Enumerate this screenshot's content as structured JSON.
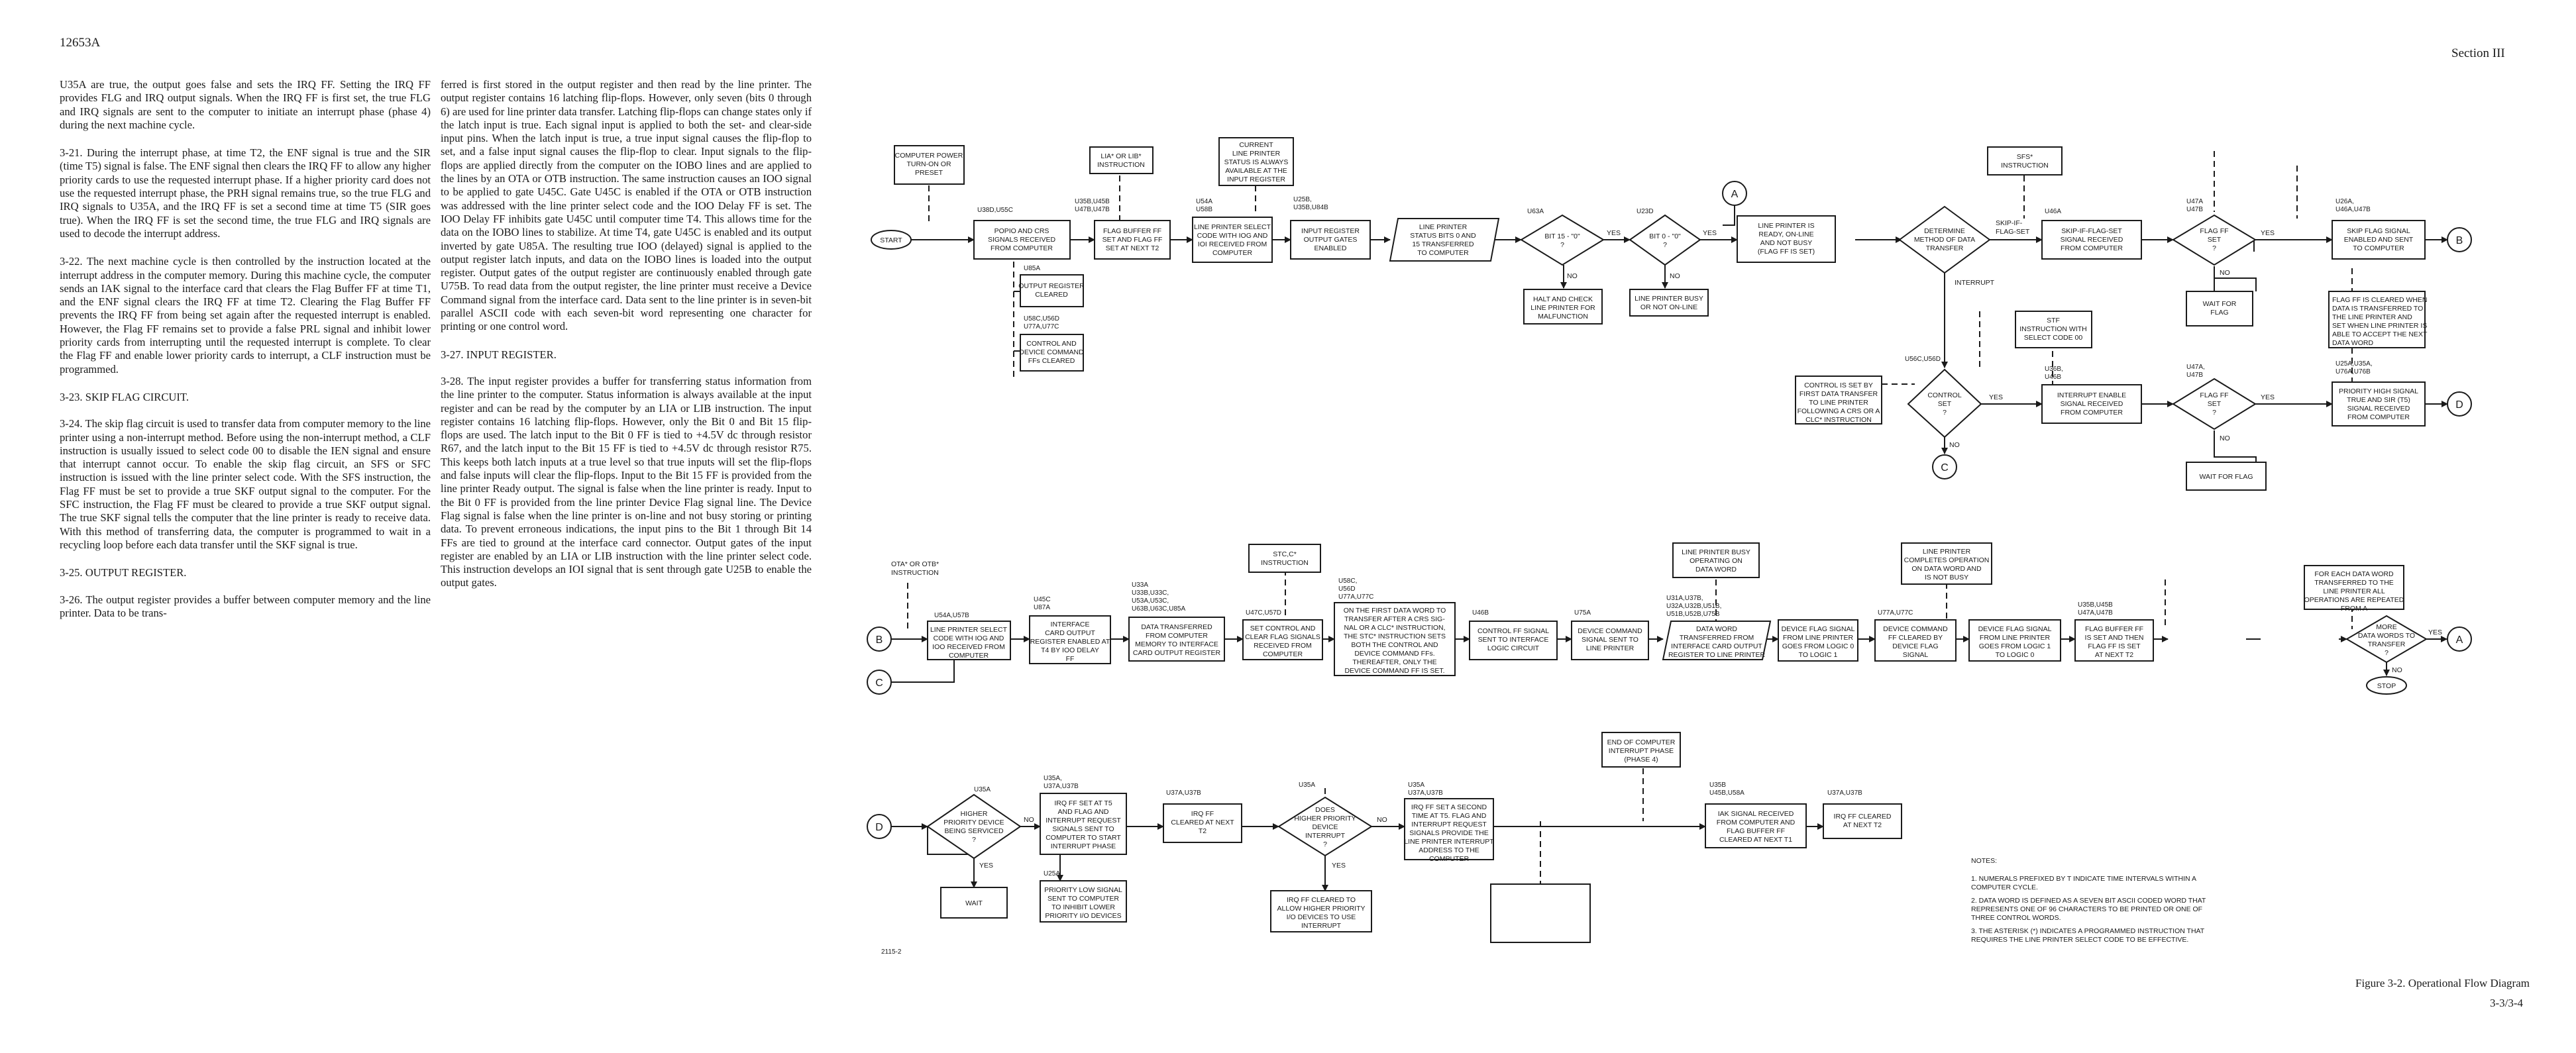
{
  "page": {
    "doc_number": "12653A",
    "section": "Section III",
    "page_number": "3-3/3-4",
    "figure_caption": "Figure 3-2.  Operational Flow Diagram",
    "drawing_number": "2115-2"
  },
  "text_col1": [
    "U35A are true, the output goes false and sets the IRQ FF. Setting the IRQ FF provides FLG and IRQ output signals. When the IRQ FF is first set, the true FLG and IRQ signals are sent to the computer to initiate an interrupt phase (phase 4) during the next machine cycle.",
    "3-21.   During the interrupt phase, at time T2, the ENF signal is true and the SIR (time T5) signal is false. The ENF signal then clears the IRQ FF to allow any higher priority cards to use the requested interrupt phase. If a higher priority card does not use the requested interrupt phase, the PRH signal remains true, so the true FLG and IRQ signals to U35A, and the IRQ FF is set a second time at time T5 (SIR goes true). When the IRQ FF is set the second time, the true FLG and IRQ signals are used to decode the interrupt address.",
    "3-22.   The next machine cycle is then controlled by the instruction located at the interrupt address in the computer memory. During this machine cycle, the computer sends an IAK signal to the interface card that clears the Flag Buffer FF at time T1, and the ENF signal clears the IRQ FF at time T2. Clearing the Flag Buffer FF prevents the IRQ FF from being set again after the requested interrupt is enabled. However, the Flag FF remains set to provide a false PRL signal and inhibit lower priority cards from interrupting until the requested interrupt is complete. To clear the Flag FF and enable lower priority cards to interrupt, a CLF instruction must be programmed."
  ],
  "heading_323": "3-23.   SKIP FLAG CIRCUIT.",
  "text_324": "3-24.   The skip flag circuit is used to transfer data from computer memory to the line printer using a non-interrupt method. Before using the non-interrupt method, a CLF instruction is usually issued to select code 00 to disable the IEN signal and ensure that interrupt cannot occur. To enable the skip flag circuit, an SFS or SFC instruction is issued with the line printer select code. With the SFS instruction, the Flag FF must be set to provide a true SKF output signal to the computer. For the SFC instruction, the Flag FF must be cleared to provide a true SKF output signal. The true SKF signal tells the computer that the line printer is ready to receive data. With this method of transferring data, the computer is programmed to wait in a recycling loop before each data transfer until the SKF signal is true.",
  "heading_325": "3-25.   OUTPUT REGISTER.",
  "text_326": "3-26.   The output register provides a buffer between computer memory and the line printer. Data to be trans-",
  "text_col2": "ferred is first stored in the output register and then read by the line printer. The output register contains 16 latching flip-flops. However, only seven (bits 0 through 6) are used for line printer data transfer. Latching flip-flops can change states only if the latch input is true. Each signal input is applied to both the set- and clear-side input pins. When the latch input is true, a true input signal causes the flip-flop to set, and a false input signal causes the flip-flop to clear. Input signals to the flip-flops are applied directly from the computer on the IOBO lines and are applied to the lines by an OTA or OTB instruction. The same instruction causes an IOO signal to be applied to gate U45C. Gate U45C is enabled if the OTA or OTB instruction was addressed with the line printer select code and the IOO Delay FF is set. The IOO Delay FF inhibits gate U45C until computer time T4. This allows time for the data on the IOBO lines to stabilize. At time T4, gate U45C is enabled and its output inverted by gate U85A. The resulting true IOO (delayed) signal is applied to the output register latch inputs, and data on the IOBO lines is loaded into the output register. Output gates of the output register are continuously enabled through gate U75B. To read data from the output register, the line printer must receive a Device Command signal from the interface card. Data sent to the line printer is in seven-bit parallel ASCII code with each seven-bit word representing one character for printing or one control word.",
  "heading_327": "3-27.   INPUT REGISTER.",
  "text_328": "3-28.   The input register provides a buffer for transferring status information from the line printer to the computer. Status information is always available at the input register and can be read by the computer by an LIA or LIB instruction. The input register contains 16 latching flip-flops. However, only the Bit 0 and Bit 15 flip-flops are used. The latch input to the Bit 0 FF is tied to +4.5V dc through resistor R67, and the latch input to the Bit 15 FF is tied to +4.5V dc through resistor R75. This keeps both latch inputs at a true level so that true inputs will set the flip-flops and false inputs will clear the flip-flops. Input to the Bit 15 FF is provided from the line printer Ready output. The signal is false when the line printer is ready. Input to the Bit 0 FF is provided from the line printer Device Flag signal line. The Device Flag signal is false when the line printer is on-line and not busy storing or printing data. To prevent erroneous indications, the input pins to the Bit 1 through Bit 14 FFs are tied to ground at the interface card connector. Output gates of the input register are enabled by an LIA or LIB instruction with the line printer select code. This instruction develops an IOI signal that is sent through gate U25B to enable the output gates.",
  "flow": {
    "r1": {
      "start": "START",
      "power_on": [
        "COMPUTER POWER",
        "TURN-ON OR",
        "PRESET"
      ],
      "popio_ref": "U38D,U55C",
      "popio": [
        "POPIO AND CRS",
        "SIGNALS RECEIVED",
        "FROM COMPUTER"
      ],
      "flagbuf_ref": [
        "U35B,U45B",
        "U47B,U47B"
      ],
      "flagbuf": [
        "FLAG BUFFER FF",
        "SET AND FLAG FF",
        "SET AT NEXT T2"
      ],
      "outreg_ref": "U85A",
      "outreg": [
        "OUTPUT REGISTER",
        "CLEARED"
      ],
      "ctrl_ref": [
        "U58C,U56D",
        "U77A,U77C"
      ],
      "ctrl": [
        "CONTROL AND",
        "DEVICE COMMAND",
        "FFs CLEARED"
      ],
      "lia": [
        "LIA* OR LIB*",
        "INSTRUCTION"
      ],
      "sel_ref": [
        "U54A",
        "U58B"
      ],
      "sel": [
        "LINE PRINTER SELECT",
        "CODE WITH IOG AND",
        "IOI RECEIVED FROM",
        "COMPUTER"
      ],
      "current": [
        "CURRENT",
        "LINE PRINTER",
        "STATUS IS ALWAYS",
        "AVAILABLE AT THE",
        "INPUT REGISTER"
      ],
      "inreg_ref": [
        "U25B,",
        "U35B,U84B"
      ],
      "inreg": [
        "INPUT REGISTER",
        "OUTPUT GATES",
        "ENABLED"
      ],
      "status": [
        "LINE PRINTER",
        "STATUS BITS 0 AND",
        "15 TRANSFERRED",
        "TO COMPUTER"
      ],
      "bit15_ref": "U63A",
      "bit15": [
        "BIT 15 - \"0\"",
        "?"
      ],
      "halt": [
        "HALT AND CHECK",
        "LINE PRINTER FOR",
        "MALFUNCTION"
      ],
      "bit0_ref": "U23D",
      "bit0": [
        "BIT 0 - \"0\"",
        "?"
      ],
      "busy": [
        "LINE PRINTER BUSY",
        "OR NOT ON-LINE"
      ],
      "ready": [
        "LINE PRINTER IS",
        "READY, ON-LINE",
        "AND NOT BUSY",
        "(FLAG FF IS SET)"
      ],
      "method": [
        "DETERMINE",
        "METHOD OF DATA",
        "TRANSFER"
      ],
      "skipif": [
        "SKIP-IF-",
        "FLAG-SET"
      ],
      "interrupt": "INTERRUPT",
      "sfs": [
        "SFS*",
        "INSTRUCTION"
      ],
      "skipset_ref": "U46A",
      "skipset": [
        "SKIP-IF-FLAG-SET",
        "SIGNAL RECEIVED",
        "FROM COMPUTER"
      ],
      "flagset_ref": [
        "U47A",
        "U47B"
      ],
      "flagset": [
        "FLAG FF",
        "SET",
        "?"
      ],
      "wait": [
        "WAIT FOR",
        "FLAG"
      ],
      "skipsent_ref": [
        "U26A,",
        "U46A,U47B"
      ],
      "skipsent": [
        "SKIP FLAG SIGNAL",
        "ENABLED AND SENT",
        "TO COMPUTER"
      ],
      "flagnote": [
        "FLAG FF IS CLEARED WHEN",
        "DATA IS TRANSFERRED TO",
        "THE LINE PRINTER AND",
        "SET WHEN LINE PRINTER IS",
        "ABLE TO ACCEPT THE NEXT",
        "DATA WORD"
      ],
      "stf": [
        "STF",
        "INSTRUCTION WITH",
        "SELECT CODE 00"
      ],
      "ctrlset_ref": "U56C,U56D",
      "ctrlset": [
        "CONTROL",
        "SET",
        "?"
      ],
      "ctrlnote": [
        "CONTROL IS SET BY",
        "FIRST DATA TRANSFER",
        "TO LINE PRINTER",
        "FOLLOWING A CRS OR A",
        "CLC* INSTRUCTION"
      ],
      "intena_ref": [
        "U36B,",
        "U46B"
      ],
      "intena": [
        "INTERRUPT ENABLE",
        "SIGNAL RECEIVED",
        "FROM COMPUTER"
      ],
      "flagset2_ref": [
        "U47A,",
        "U47B"
      ],
      "waitflag": "WAIT FOR FLAG",
      "prio_ref": [
        "U25A,U35A,",
        "U76A,U76B"
      ],
      "prio": [
        "PRIORITY HIGH SIGNAL",
        "TRUE AND SIR (T5)",
        "SIGNAL RECEIVED",
        "FROM COMPUTER"
      ],
      "yes": "YES",
      "no": "NO"
    },
    "r2": {
      "ota": [
        "OTA* OR OTB*",
        "INSTRUCTION"
      ],
      "lps_ref": "U54A,U57B",
      "lps": [
        "LINE PRINTER SELECT",
        "CODE WITH IOG AND",
        "IOO RECEIVED FROM",
        "COMPUTER"
      ],
      "iface_ref": [
        "U45C",
        "U87A"
      ],
      "iface": [
        "INTERFACE",
        "CARD OUTPUT",
        "REGISTER ENABLED AT",
        "T4 BY IOO DELAY",
        "FF"
      ],
      "xfer_ref": [
        "U33A",
        "U33B,U33C,",
        "U53A,U53C,",
        "U63B,U63C,U85A"
      ],
      "xfer": [
        "DATA TRANSFERRED",
        "FROM COMPUTER",
        "MEMORY TO INTERFACE",
        "CARD OUTPUT REGISTER"
      ],
      "stc": [
        "STC,C*",
        "INSTRUCTION"
      ],
      "setctrl_ref": "U47C,U57D",
      "setctrl": [
        "SET CONTROL AND",
        "CLEAR FLAG SIGNALS",
        "RECEIVED FROM",
        "COMPUTER"
      ],
      "firstx_ref": [
        "U58C,",
        "U56D",
        "U77A,U77C"
      ],
      "firstx": [
        "ON THE FIRST DATA WORD TO",
        "TRANSFER AFTER A CRS SIG-",
        "NAL OR A CLC* INSTRUCTION,",
        "THE STC* INSTRUCTION SETS",
        "BOTH THE CONTROL AND",
        "DEVICE COMMAND FFs.",
        "THEREAFTER, ONLY THE",
        "DEVICE COMMAND FF IS SET."
      ],
      "ctrlff_ref": "U46B",
      "ctrlff": [
        "CONTROL FF SIGNAL",
        "SENT TO INTERFACE",
        "LOGIC CIRCUIT"
      ],
      "devcmd_ref": "U75A",
      "devcmd": [
        "DEVICE COMMAND",
        "SIGNAL SENT TO",
        "LINE PRINTER"
      ],
      "lpbusy": [
        "LINE PRINTER BUSY",
        "OPERATING ON",
        "DATA WORD"
      ],
      "dword_ref": [
        "U31A,U37B,",
        "U32A,U32B,U51B,",
        "U51B,U52B,U75B"
      ],
      "dword": [
        "DATA WORD",
        "TRANSFERRED FROM",
        "INTERFACE CARD OUTPUT",
        "REGISTER TO LINE PRINTER"
      ],
      "dflag0": [
        "DEVICE FLAG SIGNAL",
        "FROM LINE PRINTER",
        "GOES FROM LOGIC 0",
        "TO LOGIC 1"
      ],
      "dcmdclr_ref": "U77A,U77C",
      "dcmdclr": [
        "DEVICE COMMAND",
        "FF CLEARED BY",
        "DEVICE FLAG",
        "SIGNAL"
      ],
      "lpcomp": [
        "LINE PRINTER",
        "COMPLETES OPERATION",
        "ON DATA WORD AND",
        "IS NOT BUSY"
      ],
      "dflag1": [
        "DEVICE FLAG SIGNAL",
        "FROM LINE PRINTER",
        "GOES FROM LOGIC 1",
        "TO LOGIC 0"
      ],
      "fbset_ref": [
        "U35B,U45B",
        "U47A,U47B"
      ],
      "fbset": [
        "FLAG BUFFER FF",
        "IS SET AND THEN",
        "FLAG FF IS SET",
        "AT NEXT T2"
      ],
      "each": [
        "FOR EACH DATA WORD",
        "TRANSFERRED TO THE",
        "LINE PRINTER ALL",
        "OPERATIONS ARE REPEATED",
        "FROM   A"
      ],
      "more": [
        "MORE",
        "DATA WORDS TO",
        "TRANSFER",
        "?"
      ],
      "stop": "STOP",
      "yes": "YES",
      "no": "NO"
    },
    "r3": {
      "hp_ref": "U35A",
      "hp": [
        "HIGHER",
        "PRIORITY DEVICE",
        "BEING SERVICED",
        "?"
      ],
      "wait": "WAIT",
      "irqset_ref": [
        "U35A,",
        "U37A,U37B"
      ],
      "irqset": [
        "IRQ FF SET AT T5",
        "AND FLAG AND",
        "INTERRUPT REQUEST",
        "SIGNALS SENT TO",
        "COMPUTER TO START",
        "INTERRUPT PHASE"
      ],
      "plow_ref": "U25A",
      "plow": [
        "PRIORITY LOW SIGNAL",
        "SENT TO COMPUTER",
        "TO INHIBIT LOWER",
        "PRIORITY I/O DEVICES"
      ],
      "irqclr_ref": "U37A,U37B",
      "irqclr": [
        "IRQ FF",
        "CLEARED AT NEXT",
        "T2"
      ],
      "irqclr2": [
        "IRQ FF CLEARED TO",
        "ALLOW HIGHER PRIORITY",
        "I/O DEVICES TO USE",
        "INTERRUPT"
      ],
      "dhp_ref": "U35A",
      "dhp": [
        "DOES",
        "HIGHER PRIORITY",
        "DEVICE",
        "INTERRUPT",
        "?"
      ],
      "irq2_ref": [
        "U35A",
        "U37A,U37B"
      ],
      "irq2": [
        "IRQ FF SET A SECOND",
        "TIME AT T5. FLAG AND",
        "INTERRUPT REQUEST",
        "SIGNALS PROVIDE THE",
        "LINE PRINTER INTERRUPT",
        "ADDRESS TO THE",
        "COMPUTER"
      ],
      "endint": [
        "END OF COMPUTER",
        "INTERRUPT PHASE",
        "(PHASE 4)"
      ],
      "iak_ref": [
        "U35B",
        "U45B,U58A"
      ],
      "iak": [
        "IAK SIGNAL RECEIVED",
        "FROM COMPUTER AND",
        "FLAG BUFFER FF",
        "CLEARED AT NEXT T1"
      ],
      "irqt2_ref": "U37A,U37B",
      "irqt2": [
        "IRQ FF CLEARED",
        "AT NEXT T2"
      ],
      "yes": "YES",
      "no": "NO"
    },
    "connectors": [
      "A",
      "B",
      "C",
      "D"
    ],
    "notes_title": "NOTES:",
    "notes": [
      [
        "1.  NUMERALS PREFIXED BY  T  INDICATE TIME INTERVALS WITHIN A",
        "     COMPUTER CYCLE."
      ],
      [
        "2.  DATA WORD IS DEFINED AS A SEVEN BIT ASCII CODED WORD THAT",
        "     REPRESENTS ONE OF 96 CHARACTERS TO BE PRINTED OR ONE OF",
        "     THREE CONTROL WORDS."
      ],
      [
        "3.  THE ASTERISK (*) INDICATES A PROGRAMMED INSTRUCTION THAT",
        "     REQUIRES THE LINE PRINTER SELECT CODE TO BE EFFECTIVE."
      ]
    ]
  }
}
